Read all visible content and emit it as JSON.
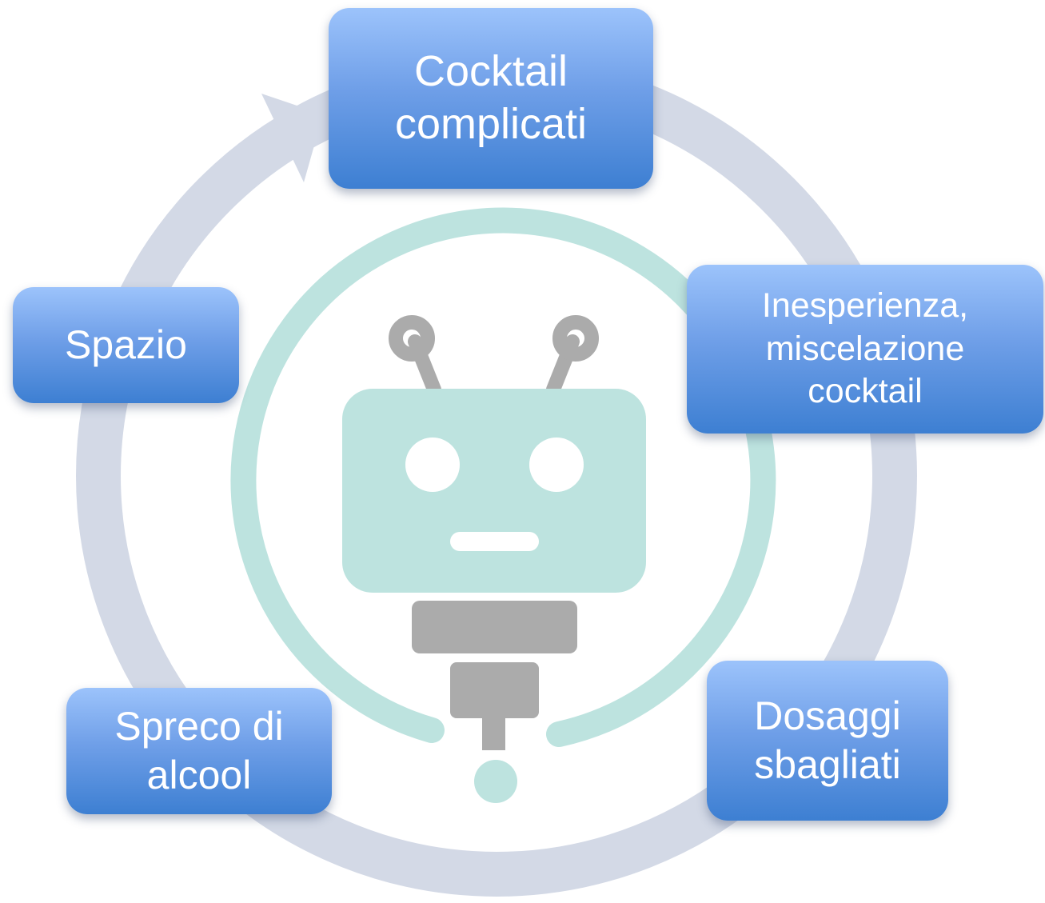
{
  "cycle": {
    "steps": [
      {
        "label": "Cocktail\ncomplicati"
      },
      {
        "label": "Inesperienza,\nmiscelazione\ncocktail"
      },
      {
        "label": "Dosaggi\nsbagliati"
      },
      {
        "label": "Spreco di\nalcool"
      },
      {
        "label": "Spazio"
      }
    ]
  },
  "colors": {
    "ring": "#d3d9e6",
    "robot_teal": "#bde3df",
    "robot_gray": "#ababab",
    "box_top": "#9cc3fb",
    "box_bottom": "#3d7fd2",
    "text": "#ffffff"
  },
  "icons": {
    "center": "robot-icon",
    "cycle": "circular-arrow"
  }
}
